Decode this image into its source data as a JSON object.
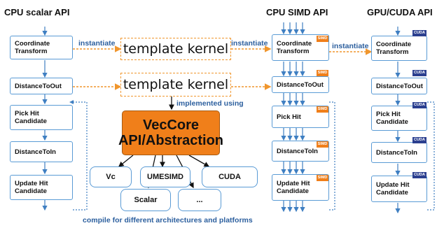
{
  "headers": {
    "cpu_scalar": "CPU scalar API",
    "cpu_simd": "CPU  SIMD API",
    "gpu_cuda": "GPU/CUDA API"
  },
  "scalar_column": [
    "Coordinate Transform",
    "DistanceToOut",
    "Pick Hit Candidate",
    "DistanceToIn",
    "Update Hit Candidate"
  ],
  "simd_column": [
    "Coordinate Transform",
    "DistanceToOut",
    "Pick Hit",
    "DistanceToIn",
    "Update Hit Candidate"
  ],
  "cuda_column": [
    "Coordinate Transform",
    "DistanceToOut",
    "Pick Hit Candidate",
    "DistanceToIn",
    "Update Hit Candidate"
  ],
  "template_kernel": "template kernel",
  "instantiate": "instantiate",
  "implemented_using": "implemented using",
  "vecore": {
    "line1": "VecCore",
    "line2": "API/Abstraction"
  },
  "backends": {
    "vc": "Vc",
    "umesimd": "UMESIMD",
    "cuda": "CUDA",
    "scalar": "Scalar",
    "more": "..."
  },
  "compile_caption": "compile for different architectures and platforms",
  "badges": {
    "simd": "SIMD",
    "cuda": "CUDA"
  },
  "colors": {
    "accent_orange": "#f07f1a",
    "box_border": "#5a9bd5",
    "arrow_blue": "#3f7fc2",
    "badge_blue": "#2b3f8f"
  }
}
